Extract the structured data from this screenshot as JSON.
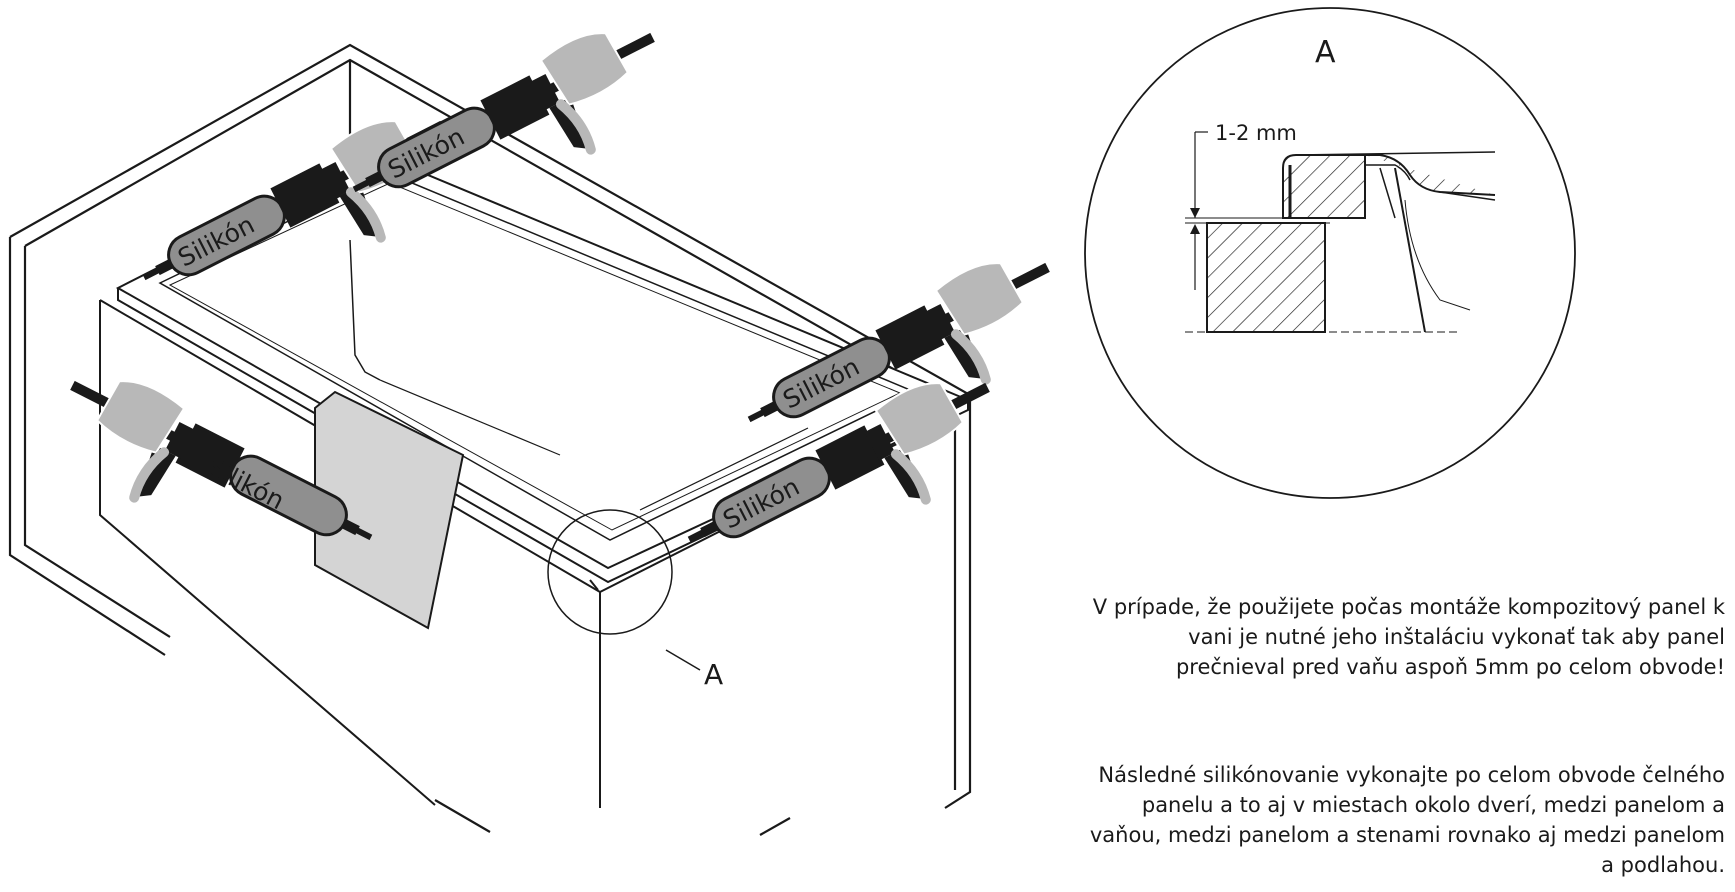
{
  "detail": {
    "letter": "A",
    "gap_label": "1-2 mm"
  },
  "callout": {
    "letter": "A"
  },
  "gun_label": "Silikón",
  "guns": [
    {
      "label": "Silikón"
    },
    {
      "label": "Silikón"
    },
    {
      "label": "Silikón"
    },
    {
      "label": "Silikón"
    },
    {
      "label": "Silikón"
    }
  ],
  "captions": [
    "V prípade, že použijete počas montáže kompozitový panel k vani je nutné jeho inštaláciu vykonať tak aby panel prečnieval pred vaňu aspoň 5mm po celom obvode!",
    "Následné silikónovanie vykonajte po celom obvode čelného panelu a to aj v miestach okolo dverí, medzi panelom a vaňou, medzi panelom a stenami rovnako aj medzi panelom a podlahou."
  ],
  "colors": {
    "line": "#1a1a1a",
    "panel_fill": "#d4d4d4",
    "hand_fill": "#b8b8b8",
    "gun_fill": "#1a1a1a",
    "cartridge_fill": "#9c9c9c"
  }
}
